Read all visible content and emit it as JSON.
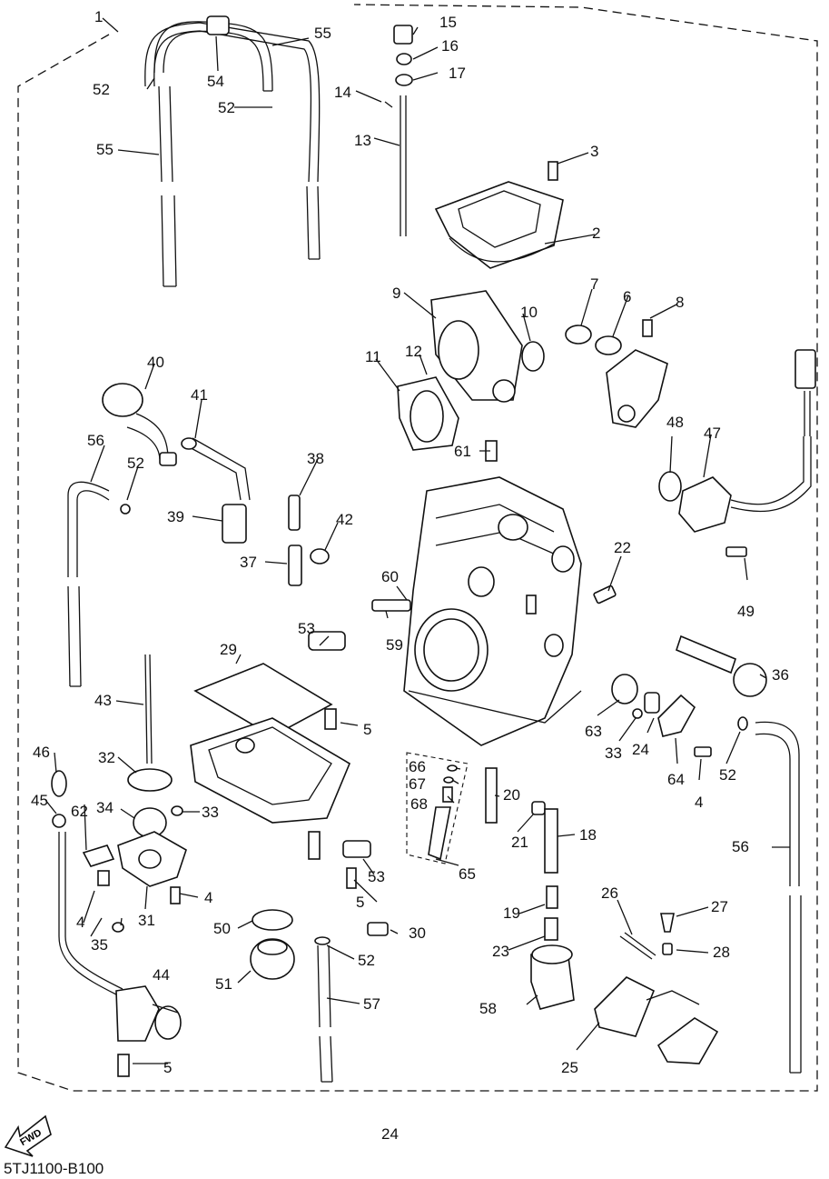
{
  "page_number": "24",
  "diagram_code": "5TJ1100-B100",
  "fwd_label": "FWD",
  "callouts": [
    {
      "id": "c1",
      "text": "1"
    },
    {
      "id": "c2",
      "text": "2"
    },
    {
      "id": "c3",
      "text": "3"
    },
    {
      "id": "c4a",
      "text": "4"
    },
    {
      "id": "c4b",
      "text": "4"
    },
    {
      "id": "c4c",
      "text": "4"
    },
    {
      "id": "c5a",
      "text": "5"
    },
    {
      "id": "c5b",
      "text": "5"
    },
    {
      "id": "c5c",
      "text": "5"
    },
    {
      "id": "c6",
      "text": "6"
    },
    {
      "id": "c7",
      "text": "7"
    },
    {
      "id": "c8",
      "text": "8"
    },
    {
      "id": "c9",
      "text": "9"
    },
    {
      "id": "c10",
      "text": "10"
    },
    {
      "id": "c11",
      "text": "11"
    },
    {
      "id": "c12",
      "text": "12"
    },
    {
      "id": "c13",
      "text": "13"
    },
    {
      "id": "c14",
      "text": "14"
    },
    {
      "id": "c15",
      "text": "15"
    },
    {
      "id": "c16",
      "text": "16"
    },
    {
      "id": "c17",
      "text": "17"
    },
    {
      "id": "c18",
      "text": "18"
    },
    {
      "id": "c19",
      "text": "19"
    },
    {
      "id": "c20",
      "text": "20"
    },
    {
      "id": "c21",
      "text": "21"
    },
    {
      "id": "c22",
      "text": "22"
    },
    {
      "id": "c23",
      "text": "23"
    },
    {
      "id": "c24",
      "text": "24"
    },
    {
      "id": "c25",
      "text": "25"
    },
    {
      "id": "c26",
      "text": "26"
    },
    {
      "id": "c27",
      "text": "27"
    },
    {
      "id": "c28",
      "text": "28"
    },
    {
      "id": "c29",
      "text": "29"
    },
    {
      "id": "c30",
      "text": "30"
    },
    {
      "id": "c31",
      "text": "31"
    },
    {
      "id": "c32",
      "text": "32"
    },
    {
      "id": "c33a",
      "text": "33"
    },
    {
      "id": "c33b",
      "text": "33"
    },
    {
      "id": "c34",
      "text": "34"
    },
    {
      "id": "c35",
      "text": "35"
    },
    {
      "id": "c36",
      "text": "36"
    },
    {
      "id": "c37",
      "text": "37"
    },
    {
      "id": "c38",
      "text": "38"
    },
    {
      "id": "c39",
      "text": "39"
    },
    {
      "id": "c40",
      "text": "40"
    },
    {
      "id": "c41",
      "text": "41"
    },
    {
      "id": "c42",
      "text": "42"
    },
    {
      "id": "c43",
      "text": "43"
    },
    {
      "id": "c44",
      "text": "44"
    },
    {
      "id": "c45",
      "text": "45"
    },
    {
      "id": "c46",
      "text": "46"
    },
    {
      "id": "c47",
      "text": "47"
    },
    {
      "id": "c48",
      "text": "48"
    },
    {
      "id": "c49",
      "text": "49"
    },
    {
      "id": "c50",
      "text": "50"
    },
    {
      "id": "c51",
      "text": "51"
    },
    {
      "id": "c52a",
      "text": "52"
    },
    {
      "id": "c52b",
      "text": "52"
    },
    {
      "id": "c52c",
      "text": "52"
    },
    {
      "id": "c52d",
      "text": "52"
    },
    {
      "id": "c52e",
      "text": "52"
    },
    {
      "id": "c53a",
      "text": "53"
    },
    {
      "id": "c53b",
      "text": "53"
    },
    {
      "id": "c54",
      "text": "54"
    },
    {
      "id": "c55a",
      "text": "55"
    },
    {
      "id": "c55b",
      "text": "55"
    },
    {
      "id": "c56a",
      "text": "56"
    },
    {
      "id": "c56b",
      "text": "56"
    },
    {
      "id": "c57",
      "text": "57"
    },
    {
      "id": "c58",
      "text": "58"
    },
    {
      "id": "c59",
      "text": "59"
    },
    {
      "id": "c60",
      "text": "60"
    },
    {
      "id": "c61",
      "text": "61"
    },
    {
      "id": "c62",
      "text": "62"
    },
    {
      "id": "c63",
      "text": "63"
    },
    {
      "id": "c64",
      "text": "64"
    },
    {
      "id": "c65",
      "text": "65"
    },
    {
      "id": "c66",
      "text": "66"
    },
    {
      "id": "c67",
      "text": "67"
    },
    {
      "id": "c68",
      "text": "68"
    }
  ]
}
